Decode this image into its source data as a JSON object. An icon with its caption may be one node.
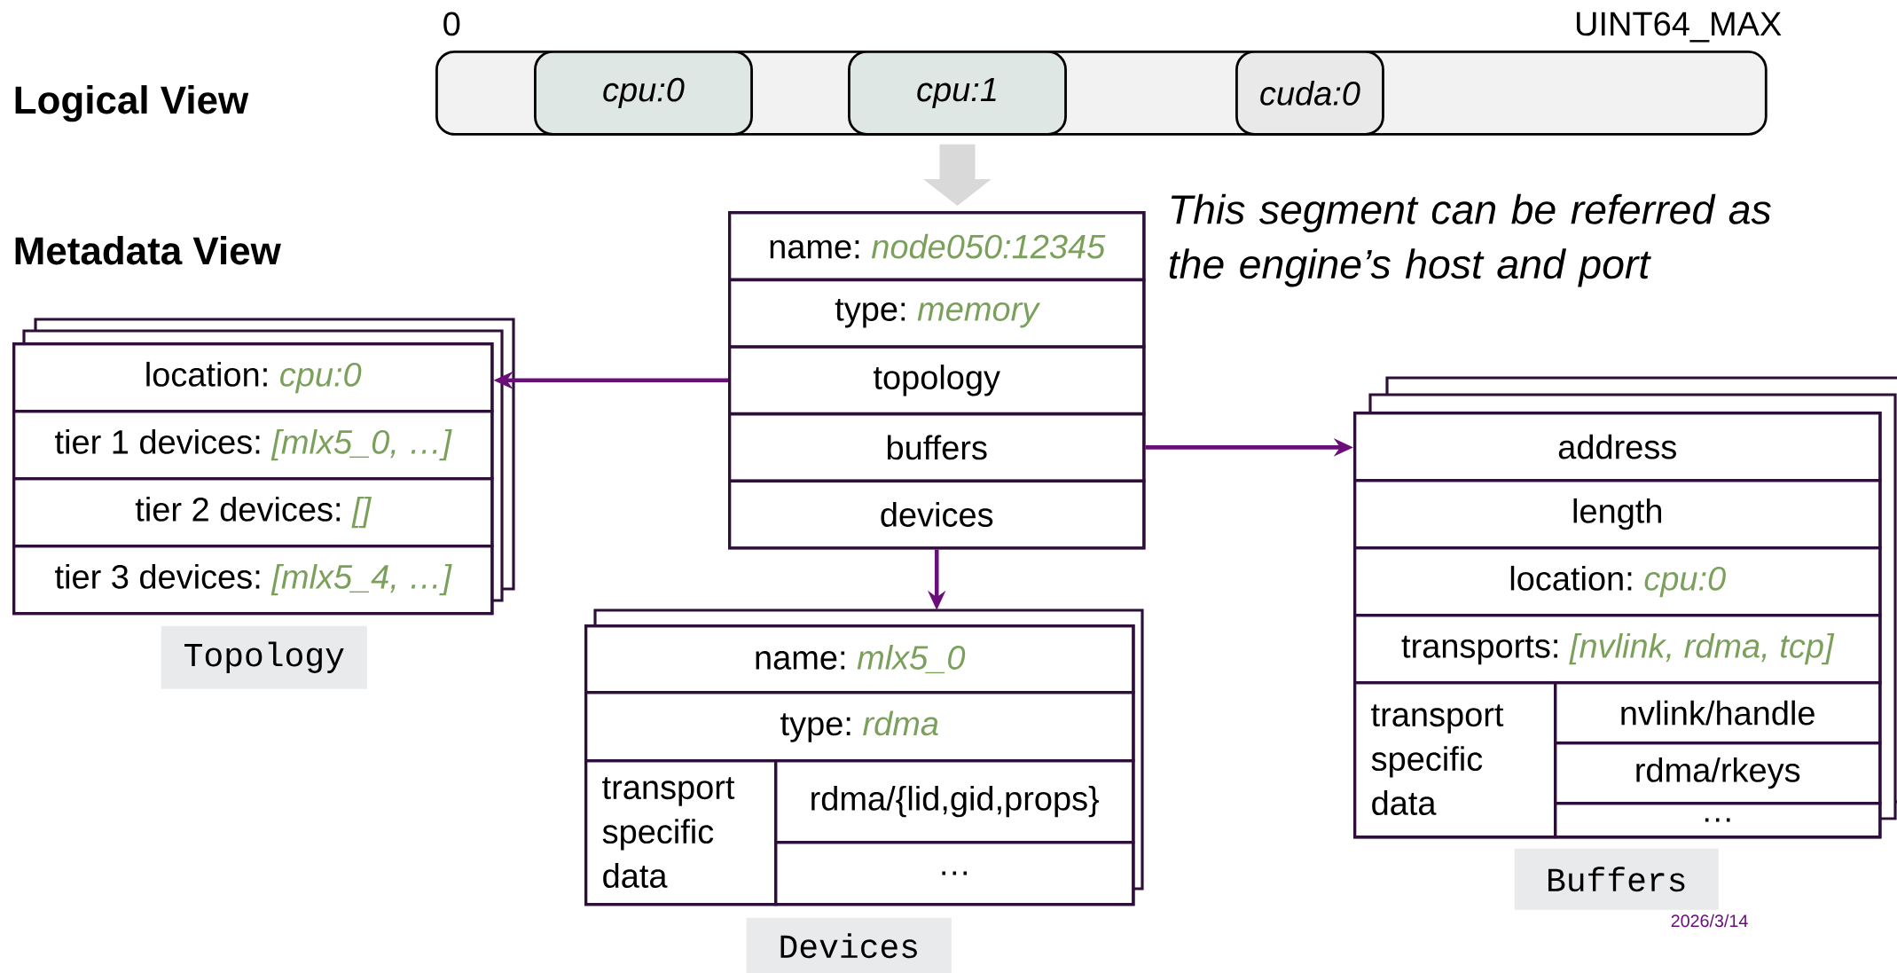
{
  "diagram": {
    "nodes": [
      {
        "text": [],
        "shape": "bar"
      },
      {
        "text": [
          "cpu:0"
        ],
        "in": 0
      },
      {
        "text": [
          "cpu:1"
        ],
        "in": 0
      },
      {
        "text": [
          "cuda:0"
        ],
        "in": 0
      },
      {
        "text": [],
        "shape": "box"
      },
      {
        "text": [
          "name:",
          "node050:12345"
        ],
        "in": 4
      },
      {
        "text": [
          "type:",
          "memory"
        ],
        "in": 4
      },
      {
        "text": [
          "topology"
        ],
        "in": 4
      },
      {
        "text": [
          "buffers"
        ],
        "in": 4
      },
      {
        "text": [
          "devices"
        ],
        "in": 4
      },
      {
        "text": [],
        "shape": "box",
        "beside": [
          "Topology"
        ]
      },
      {
        "text": [
          "location:",
          "cpu:0"
        ],
        "in": 10
      },
      {
        "text": [
          "tier 1 devices:",
          "[mlx5_0, …]"
        ],
        "in": 10
      },
      {
        "text": [
          "tier 2 devices:",
          "[]"
        ],
        "in": 10
      },
      {
        "text": [
          "tier 3 devices:",
          "[mlx5_4, …]"
        ],
        "in": 10
      },
      {
        "text": [],
        "shape": "box",
        "beside": [
          "Devices"
        ]
      },
      {
        "text": [
          "name:",
          "mlx5_0"
        ],
        "in": 15
      },
      {
        "text": [
          "type:",
          "rdma"
        ],
        "in": 15
      },
      {
        "text": [
          "transport specific data"
        ],
        "in": 15
      },
      {
        "text": [
          "rdma/{lid,gid,props}"
        ],
        "in": 15
      },
      {
        "text": [
          "…"
        ],
        "in": 15
      },
      {
        "text": [],
        "shape": "box",
        "beside": [
          "Buffers"
        ]
      },
      {
        "text": [
          "address"
        ],
        "in": 21
      },
      {
        "text": [
          "length"
        ],
        "in": 21
      },
      {
        "text": [
          "location:",
          "cpu:0"
        ],
        "in": 21
      },
      {
        "text": [
          "transports:",
          "[nvlink, rdma, tcp]"
        ],
        "in": 21
      },
      {
        "text": [
          "transport specific data"
        ],
        "in": 21
      },
      {
        "text": [
          "nvlink/handle"
        ],
        "in": 21
      },
      {
        "text": [
          "rdma/rkeys"
        ],
        "in": 21
      },
      {
        "text": [
          "…"
        ],
        "in": 21
      }
    ],
    "edges": [
      {
        "from": 2,
        "to": 4,
        "arrow": "to",
        "style": "thick",
        "color": "#d9d9d9"
      },
      {
        "from": 7,
        "to": 11,
        "arrow": "to"
      },
      {
        "from": 8,
        "to": 22,
        "arrow": "to"
      },
      {
        "from": 9,
        "to": 15,
        "arrow": "to"
      }
    ],
    "labels": [
      "0",
      "UINT64_MAX",
      "Logical View",
      "Metadata View",
      "This segment can be referred as the engine’s host and port",
      "2026/3/14"
    ]
  }
}
